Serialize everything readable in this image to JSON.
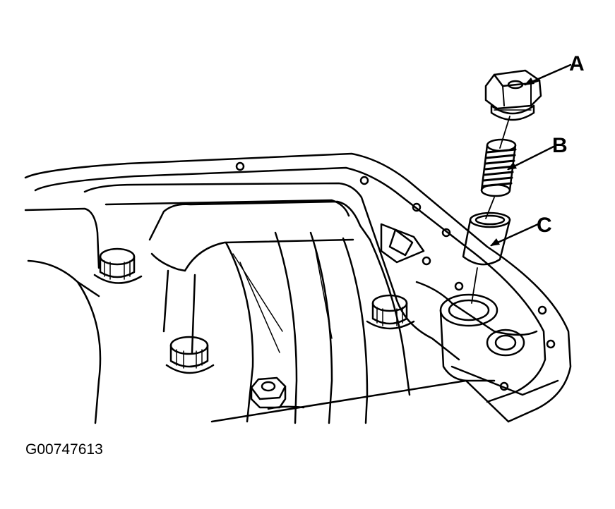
{
  "figure": {
    "id": "G00747613"
  },
  "callouts": [
    {
      "letter": "A",
      "part": "plug-bolt"
    },
    {
      "letter": "B",
      "part": "spring"
    },
    {
      "letter": "C",
      "part": "valve-sleeve"
    }
  ],
  "colors": {
    "ink": "#000000",
    "paper": "#ffffff"
  }
}
